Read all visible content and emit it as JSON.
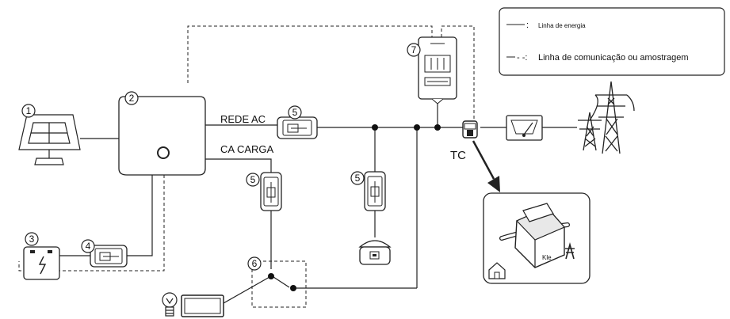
{
  "legend": {
    "energy_symbol": ":",
    "energy_label": "Linha de energia",
    "comm_symbol": "- -:",
    "comm_label": "Linha de comunicação ou amostragem"
  },
  "labels": {
    "rede_ac": "REDE AC",
    "ca_carga": "CA CARGA",
    "tc": "TC"
  },
  "markers": {
    "m1": "1",
    "m2": "2",
    "m3": "3",
    "m4": "4",
    "m5a": "5",
    "m5b": "5",
    "m5c": "5",
    "m6": "6",
    "m7": "7"
  },
  "detail_text": "Kle"
}
